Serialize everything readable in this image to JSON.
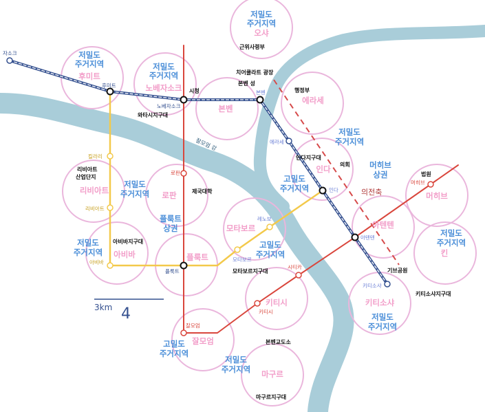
{
  "colors": {
    "river": "#a9cdd9",
    "zone_circle": "#eab6dc",
    "blue_line": "#34508f",
    "red_line": "#d9463c",
    "yellow_line": "#f3c94b",
    "axis_dash": "#d64a4a",
    "blue_text": "#4a8ed8",
    "pink_text": "#f29ec9",
    "station_small_blue": "#6b7fd6",
    "station_small_red": "#d9463c",
    "station_small_yellow": "#c8a020"
  },
  "zones": [
    {
      "id": "osha",
      "title": [
        "저밀도",
        "주거지역"
      ],
      "name": "오샤",
      "district": "근위사령부"
    },
    {
      "id": "humit",
      "title": [
        "저밀도",
        "주거지역"
      ],
      "name": "후미트"
    },
    {
      "id": "nobeja",
      "title": [
        "저밀도",
        "주거지역"
      ],
      "name": "노베자소크",
      "district": "와타시지구대"
    },
    {
      "id": "bonben",
      "name": "본벤",
      "district": "본벤 성"
    },
    {
      "id": "erase",
      "name": "에라세",
      "district": "행정부"
    },
    {
      "id": "inda",
      "title": [
        "저밀도",
        "주거지역"
      ],
      "name": "인다",
      "district": "인다지구대"
    },
    {
      "id": "ribiart",
      "title": [
        "저밀도",
        "주거지역"
      ],
      "name": "리비아트",
      "district": [
        "리비아트",
        "산업단지"
      ]
    },
    {
      "id": "rophan",
      "name": "로판",
      "district": "제국대학"
    },
    {
      "id": "mochabor",
      "name": "모타보르"
    },
    {
      "id": "abiba",
      "title": [
        "저밀도",
        "주거지역"
      ],
      "name": "아비바",
      "district": "아비바지구대"
    },
    {
      "id": "phlukt",
      "name": "플룩트",
      "district": [
        "플룩트",
        "상권"
      ]
    },
    {
      "id": "mehib",
      "name": "머히브",
      "district": [
        "머히브",
        "상권"
      ]
    },
    {
      "id": "atent",
      "name": "아텐텐"
    },
    {
      "id": "kin",
      "title": [
        "저밀도",
        "주거지역"
      ],
      "name": "킨"
    },
    {
      "id": "kitish",
      "name": "키티시"
    },
    {
      "id": "kitisha",
      "title": [
        "저밀도",
        "주거지역"
      ],
      "name": "키티소샤",
      "district": "키티소샤지구대"
    },
    {
      "id": "jamoeom",
      "title": [
        "고밀도",
        "주거지역"
      ],
      "name": "잘모엄"
    },
    {
      "id": "magure",
      "title": [
        "저밀도",
        "주거지역"
      ],
      "name": "마구르",
      "district": "마구르지구대"
    }
  ],
  "stations": {
    "jasok": "자소크",
    "humit": "후미트",
    "sicheong": "시청",
    "nobeja": "노베자소크",
    "bonben": "본벤",
    "erase": "에라세",
    "inda": "인다",
    "atent": "아텐텐",
    "kitisha": "키티소샤",
    "kilari": "킬라리",
    "ribiart": "리비아트",
    "abiba": "아비바",
    "rophan": "로판",
    "phlukt": "플룩트",
    "mochabor": "모타보르",
    "renobo": "레노보",
    "jamoeom": "잘모엄",
    "kitish": "키티시",
    "sitika": "시티카",
    "mehib": "머히브",
    "beobwon": "법원"
  },
  "landmarks": {
    "plaza": "치어쿨라트 광장",
    "council": "의회",
    "sanctum": "의전축",
    "gibul_park": "기브공원",
    "bonben_bridge": "본벤교도소",
    "mochabor_district": "모타보르지구대",
    "highdensity_inda": [
      "고밀도",
      "주거지역"
    ],
    "highdensity_mochabor": [
      "고밀도",
      "주거지역"
    ],
    "river_name": "잘모엄 강"
  },
  "scale": {
    "label": "3km"
  }
}
